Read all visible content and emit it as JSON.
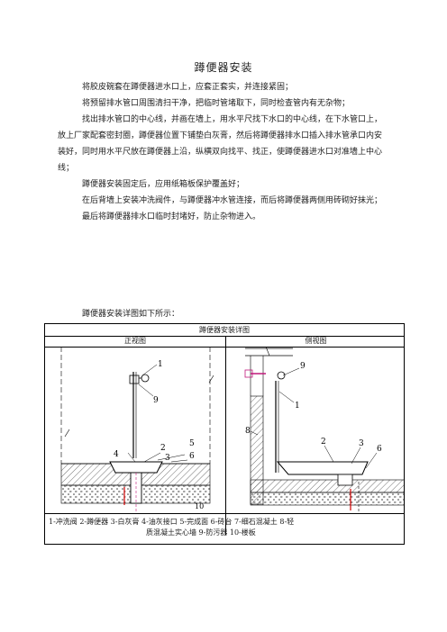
{
  "doc": {
    "title": "蹲便器安装",
    "paragraphs": [
      "将胶皮碗套在蹲便器进水口上，应套正套实，并连接紧固；",
      "将预留排水管口周围清扫干净，把临时管堵取下，同时检查管内有无杂物；",
      "找出排水管口的中心线，并画在墙上，用水平尺找下水口的中心线，在下水管口上，放上厂家配套密封圈，蹲便器位置下铺垫白灰膏，然后将蹲便器排水口插入排水管承口内安装好，同时用水平尺放在蹲便器上沿，纵横双向找平、找正，使蹲便器进水口对准墙上中心线；",
      "蹲便器安装固定后，应用纸箱板保护覆盖好；",
      "在后背墙上安装冲洗阀件，与蹲便器冲水管连接，而后将蹲便器两侧用砖砌好抹光；",
      "最后将蹲便器排水口临时封堵好，防止杂物进入。"
    ],
    "figure_lead": "蹲便器安装详图如下所示："
  },
  "figure": {
    "title": "蹲便器安装详图",
    "front_label": "正视图",
    "side_label": "侧视图",
    "front_numbers": [
      "1",
      "9",
      "4",
      "2",
      "5",
      "3",
      "6",
      "10"
    ],
    "side_numbers": [
      "9",
      "1",
      "8",
      "2",
      "3",
      "6"
    ],
    "legend_line1": "1-冲洗阀    2-蹲便器    3-白灰膏    4-油灰接口    5-完成面    6-砖台    7-细石混凝土 8-轻",
    "legend_line2": "质混凝土实心墙    9-防污器    10-楼板",
    "colors": {
      "accent": "#c0187a",
      "marker": "#d00000"
    }
  }
}
